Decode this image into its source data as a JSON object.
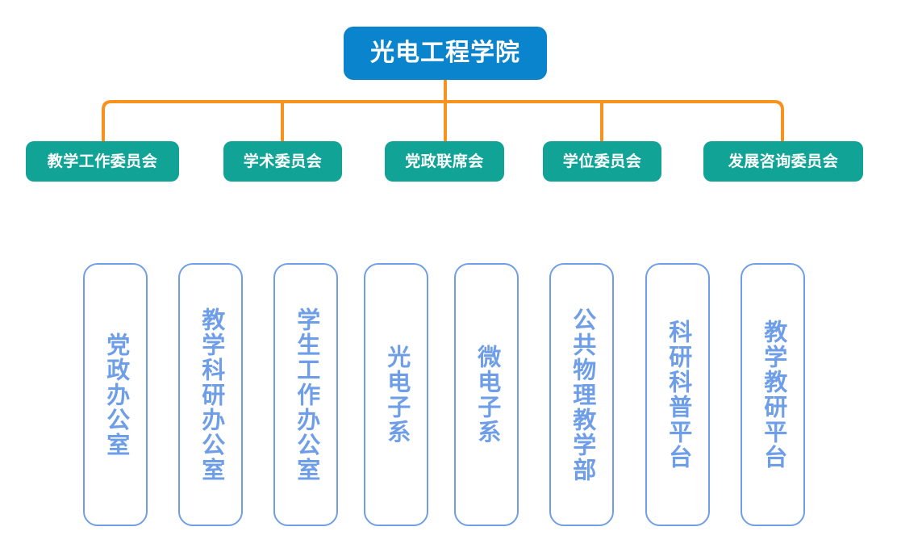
{
  "chart_data": {
    "type": "diagram",
    "subtype": "organizational-chart",
    "title": "光电工程学院",
    "orientation": "top-down",
    "levels": [
      {
        "level": 1,
        "name": "root",
        "nodes": [
          "光电工程学院"
        ]
      },
      {
        "level": 2,
        "name": "committees",
        "nodes": [
          "教学工作委员会",
          "学术委员会",
          "党政联席会",
          "学位委员会",
          "发展咨询委员会"
        ]
      },
      {
        "level": 3,
        "name": "departments",
        "nodes": [
          "党政办公室",
          "教学科研办公室",
          "学生工作办公室",
          "光电子系",
          "微电子系",
          "公共物理教学部",
          "科研科普平台",
          "教学教研平台"
        ]
      }
    ],
    "edges": [
      {
        "from": "光电工程学院",
        "to": "教学工作委员会"
      },
      {
        "from": "光电工程学院",
        "to": "学术委员会"
      },
      {
        "from": "光电工程学院",
        "to": "党政联席会"
      },
      {
        "from": "光电工程学院",
        "to": "学位委员会"
      },
      {
        "from": "光电工程学院",
        "to": "发展咨询委员会"
      }
    ]
  },
  "colors": {
    "root_fill": "#0b84ce",
    "root_text": "#ffffff",
    "committee_fill": "#10a396",
    "committee_text": "#ffffff",
    "connector": "#f7921e",
    "department_border": "#6f9ee8",
    "department_text": "#6f9ee8",
    "background": "#ffffff"
  },
  "root": {
    "label": "光电工程学院"
  },
  "committees": [
    {
      "label": "教学工作委员会"
    },
    {
      "label": "学术委员会"
    },
    {
      "label": "党政联席会"
    },
    {
      "label": "学位委员会"
    },
    {
      "label": "发展咨询委员会"
    }
  ],
  "departments": [
    {
      "label": "党政办公室"
    },
    {
      "label": "教学科研办公室"
    },
    {
      "label": "学生工作办公室"
    },
    {
      "label": "光电子系"
    },
    {
      "label": "微电子系"
    },
    {
      "label": "公共物理教学部"
    },
    {
      "label": "科研科普平台"
    },
    {
      "label": "教学教研平台"
    }
  ]
}
